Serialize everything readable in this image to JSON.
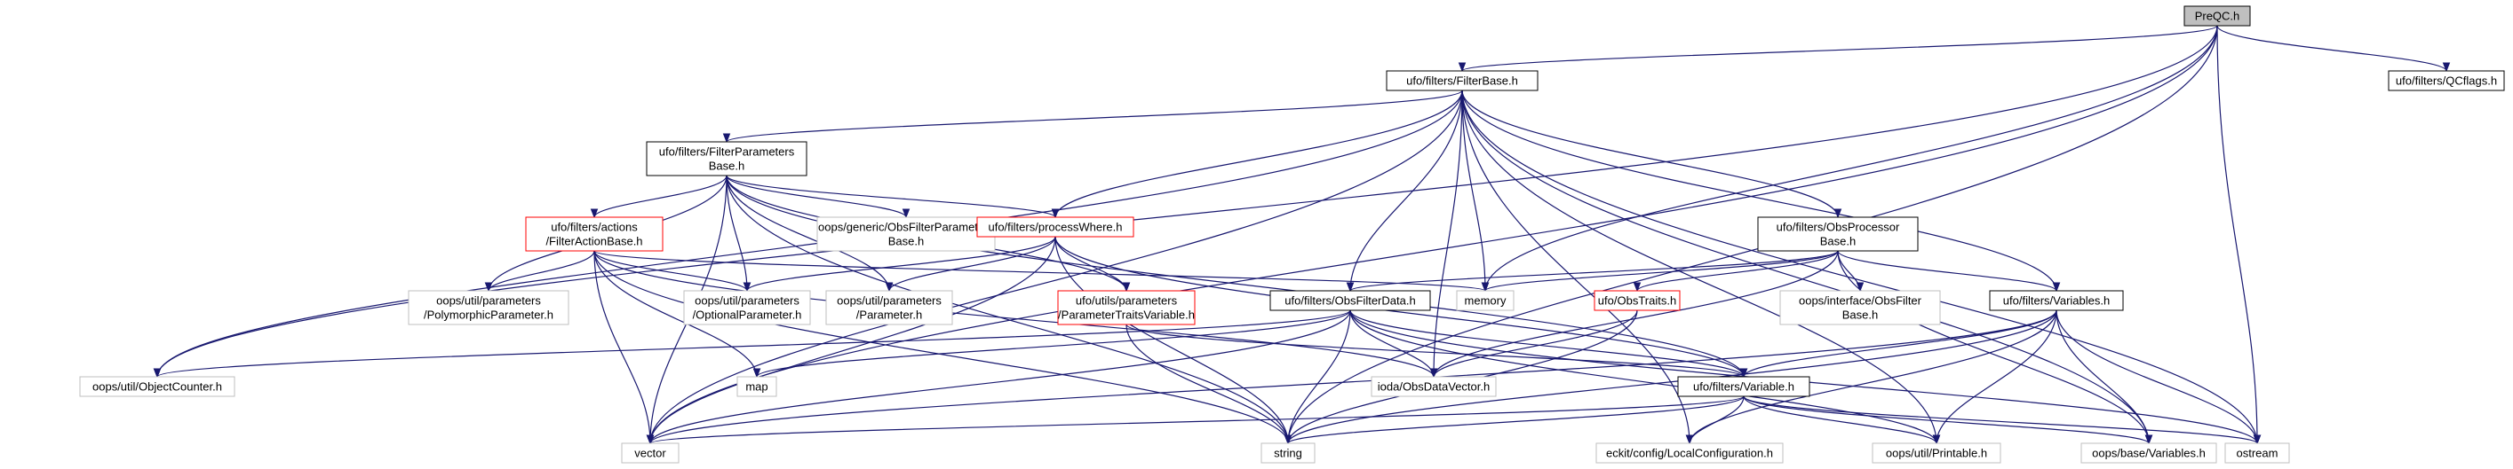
{
  "graph": {
    "colors": {
      "edge": "#191970",
      "node_border": "#000000",
      "node_border_missing": "#bfbfbf",
      "node_border_link": "#ff0000",
      "root_fill": "#bfbfbf",
      "node_fill": "#ffffff"
    },
    "nodes": [
      {
        "id": "preqc",
        "label": [
          "PreQC.h"
        ],
        "style": "root"
      },
      {
        "id": "filterbase",
        "label": [
          "ufo/filters/FilterBase.h"
        ],
        "style": "normal"
      },
      {
        "id": "qcflags",
        "label": [
          "ufo/filters/QCflags.h"
        ],
        "style": "normal"
      },
      {
        "id": "filterparams",
        "label": [
          "ufo/filters/FilterParameters",
          "Base.h"
        ],
        "style": "normal"
      },
      {
        "id": "obsprocessor",
        "label": [
          "ufo/filters/ObsProcessor",
          "Base.h"
        ],
        "style": "normal"
      },
      {
        "id": "filteraction",
        "label": [
          "ufo/filters/actions",
          "/FilterActionBase.h"
        ],
        "style": "link"
      },
      {
        "id": "genericparams",
        "label": [
          "oops/generic/ObsFilterParameters",
          "Base.h"
        ],
        "style": "missing"
      },
      {
        "id": "processwhere",
        "label": [
          "ufo/filters/processWhere.h"
        ],
        "style": "link"
      },
      {
        "id": "obsfilterdata",
        "label": [
          "ufo/filters/ObsFilterData.h"
        ],
        "style": "normal"
      },
      {
        "id": "obstraits",
        "label": [
          "ufo/ObsTraits.h"
        ],
        "style": "link"
      },
      {
        "id": "interfacefilter",
        "label": [
          "oops/interface/ObsFilter",
          "Base.h"
        ],
        "style": "missing"
      },
      {
        "id": "variablesh",
        "label": [
          "ufo/filters/Variables.h"
        ],
        "style": "normal"
      },
      {
        "id": "polyparam",
        "label": [
          "oops/util/parameters",
          "/PolymorphicParameter.h"
        ],
        "style": "missing"
      },
      {
        "id": "optparam",
        "label": [
          "oops/util/parameters",
          "/OptionalParameter.h"
        ],
        "style": "missing"
      },
      {
        "id": "paramh",
        "label": [
          "oops/util/parameters",
          "/Parameter.h"
        ],
        "style": "missing"
      },
      {
        "id": "paramtraits",
        "label": [
          "ufo/utils/parameters",
          "/ParameterTraitsVariable.h"
        ],
        "style": "link"
      },
      {
        "id": "memory",
        "label": [
          "memory"
        ],
        "style": "missing"
      },
      {
        "id": "objcounter",
        "label": [
          "oops/util/ObjectCounter.h"
        ],
        "style": "missing"
      },
      {
        "id": "map",
        "label": [
          "map"
        ],
        "style": "missing"
      },
      {
        "id": "iodavec",
        "label": [
          "ioda/ObsDataVector.h"
        ],
        "style": "missing"
      },
      {
        "id": "variable",
        "label": [
          "ufo/filters/Variable.h"
        ],
        "style": "normal"
      },
      {
        "id": "vector",
        "label": [
          "vector"
        ],
        "style": "missing"
      },
      {
        "id": "string",
        "label": [
          "string"
        ],
        "style": "missing"
      },
      {
        "id": "localconfig",
        "label": [
          "eckit/config/LocalConfiguration.h"
        ],
        "style": "missing"
      },
      {
        "id": "printable",
        "label": [
          "oops/util/Printable.h"
        ],
        "style": "missing"
      },
      {
        "id": "basevars",
        "label": [
          "oops/base/Variables.h"
        ],
        "style": "missing"
      },
      {
        "id": "ostream",
        "label": [
          "ostream"
        ],
        "style": "missing"
      }
    ],
    "edges": [
      [
        "preqc",
        "filterbase"
      ],
      [
        "preqc",
        "qcflags"
      ],
      [
        "preqc",
        "memory"
      ],
      [
        "preqc",
        "objcounter"
      ],
      [
        "preqc",
        "vector"
      ],
      [
        "preqc",
        "string"
      ],
      [
        "preqc",
        "ostream"
      ],
      [
        "filterbase",
        "filterparams"
      ],
      [
        "filterbase",
        "obsprocessor"
      ],
      [
        "filterbase",
        "processwhere"
      ],
      [
        "filterbase",
        "obsfilterdata"
      ],
      [
        "filterbase",
        "variablesh"
      ],
      [
        "filterbase",
        "memory"
      ],
      [
        "filterbase",
        "objcounter"
      ],
      [
        "filterbase",
        "iodavec"
      ],
      [
        "filterbase",
        "vector"
      ],
      [
        "filterbase",
        "localconfig"
      ],
      [
        "filterbase",
        "printable"
      ],
      [
        "filterbase",
        "basevars"
      ],
      [
        "filterbase",
        "ostream"
      ],
      [
        "filterparams",
        "filteraction"
      ],
      [
        "filterparams",
        "genericparams"
      ],
      [
        "filterparams",
        "processwhere"
      ],
      [
        "filterparams",
        "polyparam"
      ],
      [
        "filterparams",
        "optparam"
      ],
      [
        "filterparams",
        "paramh"
      ],
      [
        "filterparams",
        "paramtraits"
      ],
      [
        "filterparams",
        "variable"
      ],
      [
        "filterparams",
        "vector"
      ],
      [
        "filterparams",
        "string"
      ],
      [
        "filteraction",
        "polyparam"
      ],
      [
        "filteraction",
        "optparam"
      ],
      [
        "filteraction",
        "memory"
      ],
      [
        "filteraction",
        "map"
      ],
      [
        "filteraction",
        "iodavec"
      ],
      [
        "filteraction",
        "vector"
      ],
      [
        "filteraction",
        "string"
      ],
      [
        "processwhere",
        "optparam"
      ],
      [
        "processwhere",
        "paramh"
      ],
      [
        "processwhere",
        "paramtraits"
      ],
      [
        "processwhere",
        "variable"
      ],
      [
        "processwhere",
        "vector"
      ],
      [
        "processwhere",
        "string"
      ],
      [
        "obsprocessor",
        "obsfilterdata"
      ],
      [
        "obsprocessor",
        "obstraits"
      ],
      [
        "obsprocessor",
        "interfacefilter"
      ],
      [
        "obsprocessor",
        "variablesh"
      ],
      [
        "obsprocessor",
        "memory"
      ],
      [
        "obsprocessor",
        "iodavec"
      ],
      [
        "obsprocessor",
        "basevars"
      ],
      [
        "obsfilterdata",
        "objcounter"
      ],
      [
        "obsfilterdata",
        "map"
      ],
      [
        "obsfilterdata",
        "iodavec"
      ],
      [
        "obsfilterdata",
        "variable"
      ],
      [
        "obsfilterdata",
        "vector"
      ],
      [
        "obsfilterdata",
        "string"
      ],
      [
        "obsfilterdata",
        "printable"
      ],
      [
        "obsfilterdata",
        "ostream"
      ],
      [
        "obstraits",
        "iodavec"
      ],
      [
        "obstraits",
        "string"
      ],
      [
        "paramtraits",
        "variable"
      ],
      [
        "paramtraits",
        "string"
      ],
      [
        "variablesh",
        "variable"
      ],
      [
        "variablesh",
        "vector"
      ],
      [
        "variablesh",
        "string"
      ],
      [
        "variablesh",
        "localconfig"
      ],
      [
        "variablesh",
        "printable"
      ],
      [
        "variablesh",
        "basevars"
      ],
      [
        "variablesh",
        "ostream"
      ],
      [
        "variable",
        "vector"
      ],
      [
        "variable",
        "string"
      ],
      [
        "variable",
        "localconfig"
      ],
      [
        "variable",
        "printable"
      ],
      [
        "variable",
        "basevars"
      ],
      [
        "variable",
        "ostream"
      ]
    ]
  }
}
